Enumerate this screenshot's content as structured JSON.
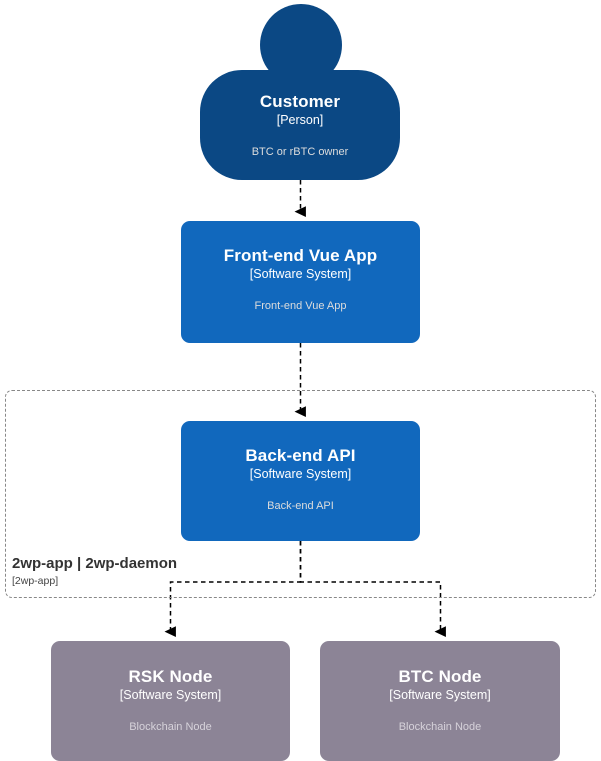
{
  "diagram": {
    "kind": "c4-context-diagram",
    "background": "#ffffff",
    "colors": {
      "person": "#0b4884",
      "software_system": "#1168bd",
      "external_node": "#8c8496",
      "boundary_stroke": "#888888",
      "relationship_stroke": "#000000",
      "title_text": "#ffffff",
      "description_text": "#dcdcdc"
    }
  },
  "elements": {
    "customer": {
      "name": "Customer",
      "type": "[Person]",
      "description": "BTC or rBTC owner"
    },
    "frontend": {
      "name": "Front-end Vue App",
      "type": "[Software System]",
      "description": "Front-end Vue App"
    },
    "backend": {
      "name": "Back-end API",
      "type": "[Software System]",
      "description": "Back-end API"
    },
    "rsk_node": {
      "name": "RSK Node",
      "type": "[Software System]",
      "description": "Blockchain Node"
    },
    "btc_node": {
      "name": "BTC Node",
      "type": "[Software System]",
      "description": "Blockchain Node"
    }
  },
  "boundary": {
    "name": "2wp-app | 2wp-daemon",
    "type": "[2wp-app]"
  },
  "relationships": [
    {
      "from": "customer",
      "to": "frontend",
      "label": ""
    },
    {
      "from": "frontend",
      "to": "backend",
      "label": ""
    },
    {
      "from": "backend",
      "to": "rsk_node",
      "label": ""
    },
    {
      "from": "backend",
      "to": "btc_node",
      "label": ""
    }
  ]
}
